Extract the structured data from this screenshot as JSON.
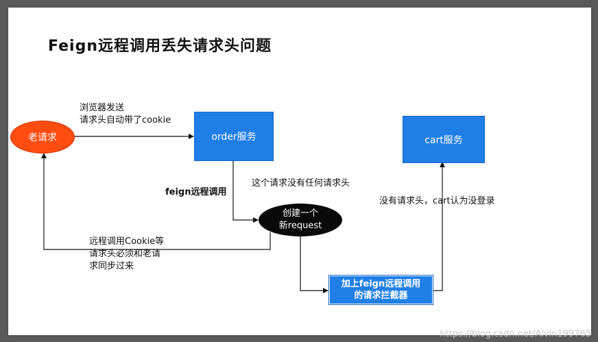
{
  "title": "Feign远程调用丢失请求头问题",
  "nodes": {
    "old_request": "老请求",
    "order_service": "order服务",
    "cart_service": "cart服务",
    "new_request_line1": "创建一个",
    "new_request_line2": "新request",
    "interceptor_line1": "加上feign远程调用",
    "interceptor_line2": "的请求拦截器"
  },
  "labels": {
    "browser_send_line1": "浏览器发送",
    "browser_send_line2": "请求头自动带了cookie",
    "feign_call": "feign远程调用",
    "no_headers": "这个请求没有任何请求头",
    "cart_no_login": "没有请求头，cart认为没登录",
    "sync_line1": "远程调用Cookie等",
    "sync_line2": "请求头必须和老请",
    "sync_line3": "求同步过来"
  },
  "watermark": "https://blog.csdn.net/Alvin199765",
  "colors": {
    "box_blue": "#1f7fe6",
    "old_request_red": "#ff4d12",
    "new_request_black": "#0a0a0a"
  }
}
